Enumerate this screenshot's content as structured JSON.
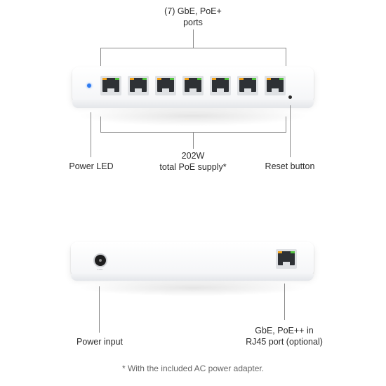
{
  "labels": {
    "ports_line1": "(7) GbE, PoE+",
    "ports_line2": "ports",
    "supply_line1": "202W",
    "supply_line2": "total PoE supply*",
    "power_led": "Power LED",
    "reset_button": "Reset button",
    "power_input": "Power input",
    "rj45_line1": "GbE, PoE++ in",
    "rj45_line2": "RJ45 port (optional)",
    "footnote": "* With the included AC power adapter."
  },
  "colors": {
    "power_led": "#2f7bf0",
    "port_led_left": "#f0a21b",
    "port_led_right": "#52c23e"
  }
}
